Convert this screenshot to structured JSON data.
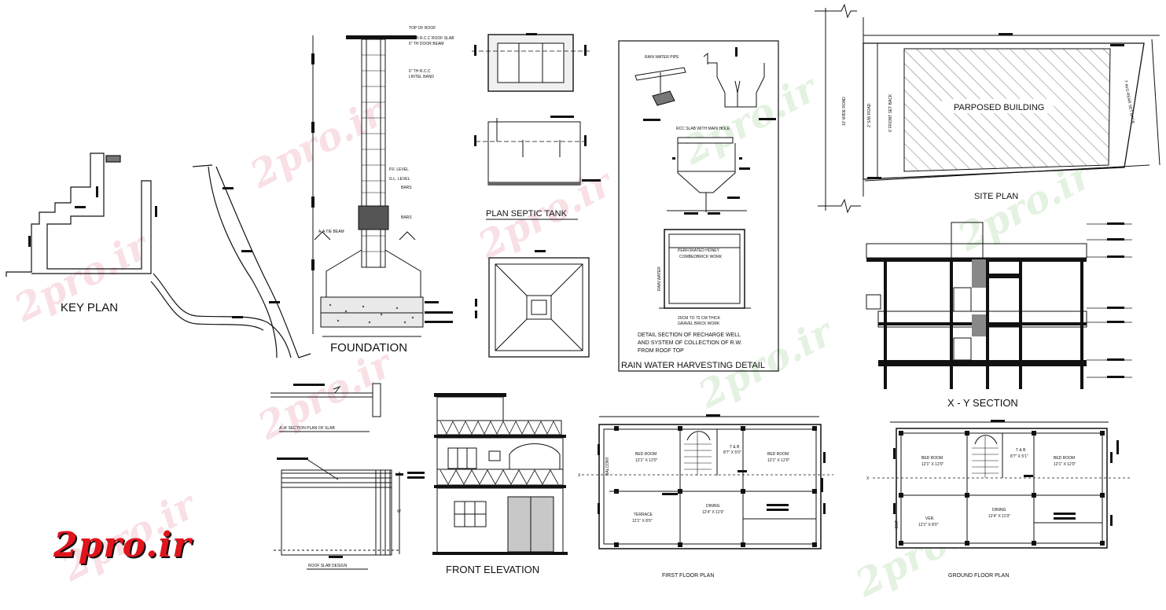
{
  "labels": {
    "key_plan": "KEY PLAN",
    "foundation": "FOUNDATION",
    "plan_septic_tank": "PLAN SEPTIC TANK",
    "rain_water_pipe": "RAIN WATER PIPE",
    "rcc_slab_main_hole": "RCC SLAB WITH MAIN HOLE",
    "perforated_honey": "PERFORATED HONEY",
    "combed_brick_work": "COMBEDBRICK WORK",
    "rain_water": "RAIN WATER",
    "gravel_1": "20CM TO 70 CM THICK",
    "gravel_2": "GRAVEL BRICK WORK",
    "detail_1": "DETAIL SECTION OF RECHARGE WELL",
    "detail_2": "AND SYSTEM OF COLLECTION OF R.W.",
    "detail_3": "FROM ROOF TOP",
    "rain_water_harvesting": "RAIN WATER HARVESTING DETAIL",
    "parposed_building": "PARPOSED BUILDING",
    "site_plan": "SITE PLAN",
    "wide_road": "10' WIDE ROAD",
    "side_road": "2' S/W ROAD",
    "front_set_back": "6' FRONT SET BACK",
    "rear_set_back": "7' AVG REAR SET BACK",
    "xy_section": "X - Y  SECTION",
    "section_plan_slab": "A'-A' SECTION PLAN OF SLAB",
    "roof_slab_design": "ROOF SLAB DESIGN",
    "front_elevation": "FRONT ELEVATION",
    "first_floor_plan": "FIRST FLOOR PLAN",
    "ground_floor_plan": "GROUND FLOOR PLAN",
    "foundation_notes": [
      "TOP OF ROOF",
      "6\" TH R.C.C ROOF SLAB",
      "6\" TH DOOR BEAM",
      "6\" TH R.C.C",
      "LINTEL BAND",
      "P.F. LEVEL",
      "G.L. LEVEL",
      "BARS",
      "BARS",
      "A-A TIE BEAM"
    ],
    "w": "W",
    "x": "X"
  },
  "first_floor_rooms": {
    "bed_left": "BED ROOM",
    "bed_left_dim": "12'1\" X 12'0\"",
    "tb": "T & B",
    "tb_dim": "8'7\" X 5'0\"",
    "bed_right": "BED ROOM",
    "bed_right_dim": "12'1\" X 12'0\"",
    "balcony": "BALCONY",
    "terrace": "TERRACE",
    "terrace_dim": "12'1\" X 8'0\"",
    "dining": "DINING",
    "dining_dim": "12'4\" X 11'9\""
  },
  "ground_floor_rooms": {
    "bed_left": "BED ROOM",
    "bed_left_dim": "12'1\" X 12'0\"",
    "tb": "T & B",
    "tb_dim": "8'7\" X 5'1\"",
    "bed_right": "BED ROOM",
    "bed_right_dim": "12'1\" X 12'0\"",
    "ver": "VER.",
    "ver_dim": "12'1\" X 8'0\"",
    "dining": "DINING",
    "dining_dim": "12'4\" X 11'9\"",
    "ent": "ENT"
  },
  "watermark": "2pro.ir",
  "logo": "2pro.ir"
}
